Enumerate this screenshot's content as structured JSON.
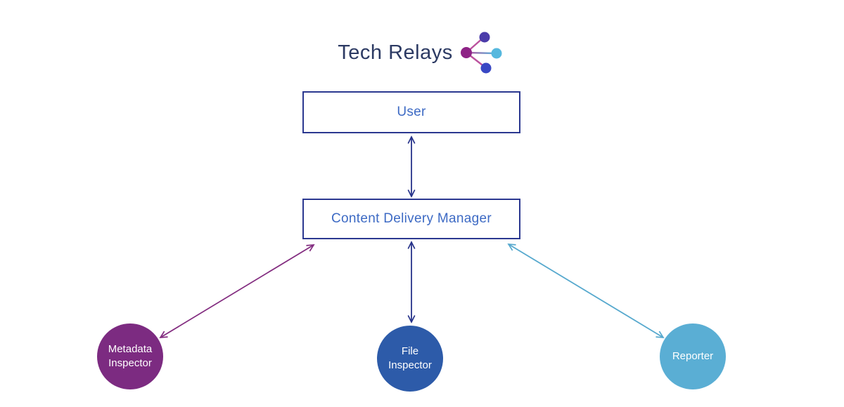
{
  "logo": {
    "text": "Tech Relays",
    "text_color": "#2c3a63",
    "icon": {
      "name": "network-hub-icon",
      "hub_color": "#8e2386",
      "node_top_color": "#4b3caa",
      "node_right_color": "#56b8de",
      "node_bottom_color": "#3947c4",
      "link_pink": "#bc529e",
      "link_blue": "#56b8de"
    }
  },
  "colors": {
    "background": "#ffffff",
    "box_border": "#2b3890",
    "box_text": "#3d6ac4",
    "arrow_navy": "#27338a",
    "arrow_purple": "#832d80",
    "arrow_light_blue": "#57a9ce"
  },
  "nodes": {
    "user": {
      "label": "User"
    },
    "content_delivery_manager": {
      "label": "Content Delivery Manager"
    },
    "metadata_inspector": {
      "line1": "Metadata",
      "line2": "Inspector",
      "color": "#7c2b81",
      "text_color": "#ffffff"
    },
    "file_inspector": {
      "line1": "File",
      "line2": "Inspector",
      "color": "#2d5ba9",
      "text_color": "#ffffff"
    },
    "reporter": {
      "line1": "Reporter",
      "color": "#5aaed4",
      "text_color": "#ffffff"
    }
  },
  "edges": [
    {
      "from": "User",
      "to": "Content Delivery Manager",
      "type": "bidirectional",
      "color": "#27338a"
    },
    {
      "from": "Content Delivery Manager",
      "to": "Metadata Inspector",
      "type": "bidirectional",
      "color": "#832d80"
    },
    {
      "from": "Content Delivery Manager",
      "to": "File Inspector",
      "type": "bidirectional",
      "color": "#27338a"
    },
    {
      "from": "Content Delivery Manager",
      "to": "Reporter",
      "type": "bidirectional",
      "color": "#57a9ce"
    }
  ]
}
